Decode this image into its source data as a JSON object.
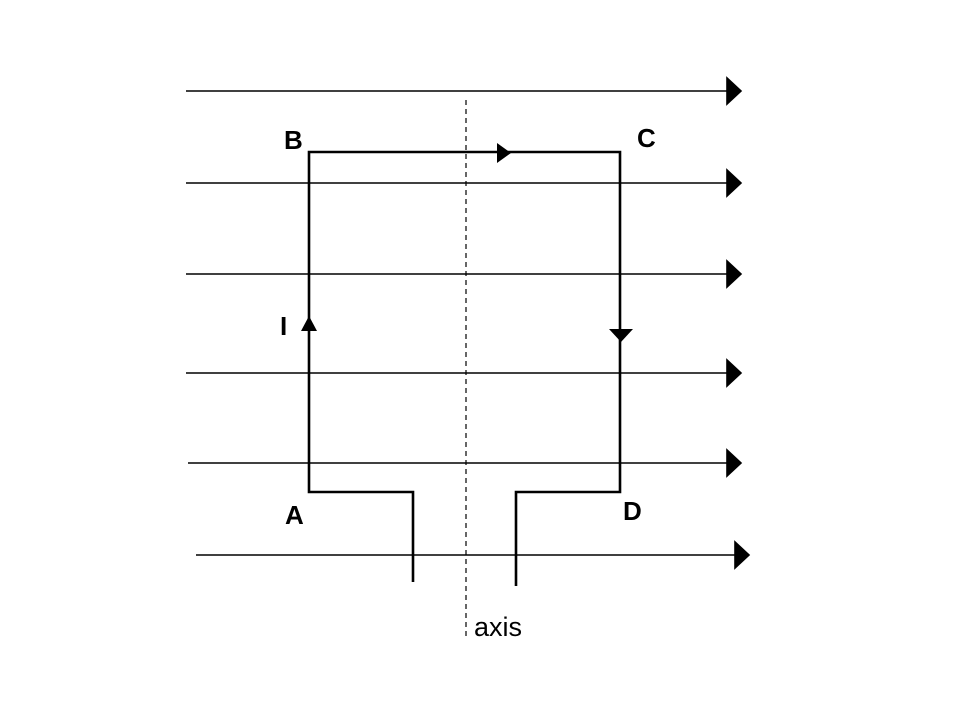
{
  "labels": {
    "corner_a": "A",
    "corner_b": "B",
    "corner_c": "C",
    "corner_d": "D",
    "current": "I",
    "axis": "axis"
  },
  "field_line_count": 6,
  "colors": {
    "ink": "#000000",
    "background": "#ffffff"
  },
  "icons": {
    "field_arrowhead": "triangle-right",
    "current_arrow_up": "triangle-up",
    "current_arrow_right": "triangle-right",
    "current_arrow_down": "triangle-down"
  }
}
